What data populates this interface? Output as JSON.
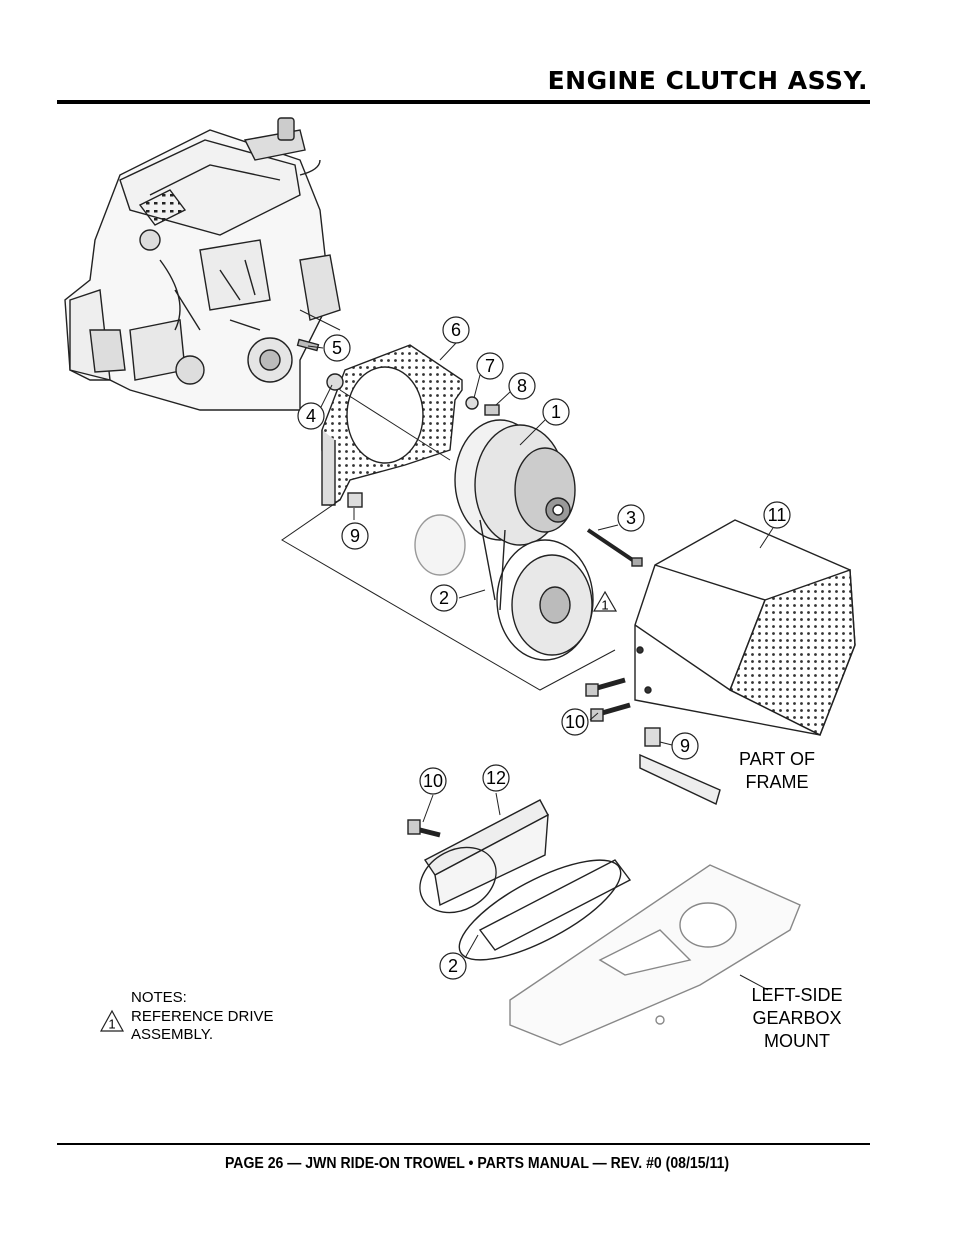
{
  "header": {
    "title": "ENGINE CLUTCH ASSY."
  },
  "callouts": [
    "6",
    "5",
    "7",
    "8",
    "4",
    "1",
    "9",
    "3",
    "11",
    "2",
    "10",
    "9",
    "10",
    "12",
    "2"
  ],
  "reference_mark": "1",
  "labels": {
    "part_of_frame": [
      "PART OF",
      "FRAME"
    ],
    "gearbox_mount": [
      "LEFT-SIDE",
      "GEARBOX",
      "MOUNT"
    ]
  },
  "notes": {
    "heading": "NOTES:",
    "mark": "1",
    "lines": [
      "REFERENCE DRIVE",
      "ASSEMBLY."
    ]
  },
  "footer": {
    "text": "PAGE 26 — JWN RIDE-ON TROWEL • PARTS MANUAL — REV. #0 (08/15/11)"
  }
}
